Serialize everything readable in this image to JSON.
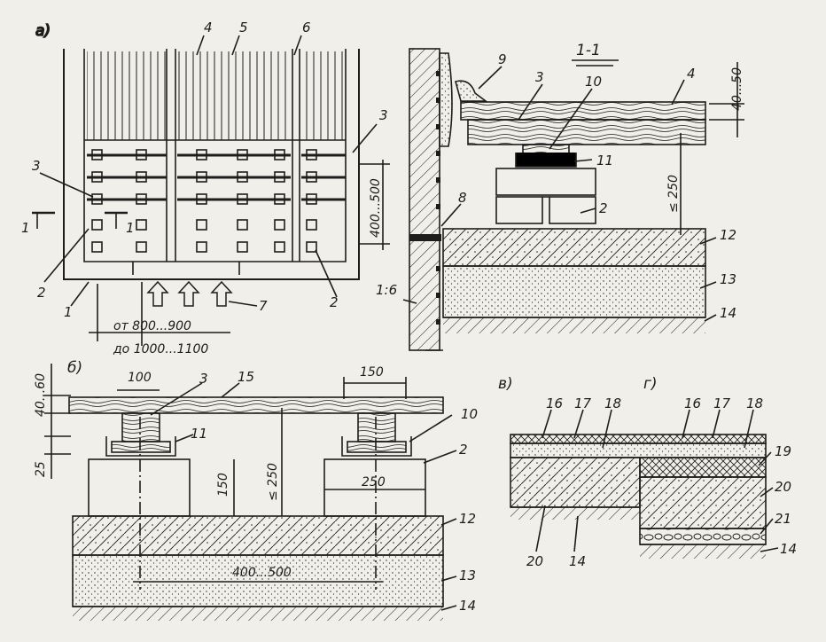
{
  "sections": {
    "a": "а)",
    "b": "б)",
    "v": "в)",
    "g": "г)",
    "section_title": "1-1"
  },
  "labels": {
    "n1": "1",
    "n2": "2",
    "n3": "3",
    "n4": "4",
    "n5": "5",
    "n6": "6",
    "n7": "7",
    "n8": "8",
    "n9": "9",
    "n10": "10",
    "n11": "11",
    "n12": "12",
    "n13": "13",
    "n14": "14",
    "n15": "15",
    "n16": "16",
    "n17": "17",
    "n18": "18",
    "n19": "19",
    "n20": "20",
    "n21": "21"
  },
  "dimensions": {
    "span_from": "от 800...900",
    "span_to": "до 1000...1100",
    "spacing_400_500": "400...500",
    "thickness_40_50": "40...50",
    "height_250": "≤ 250",
    "slope": "1:6",
    "width_100": "100",
    "width_150": "150",
    "thickness_40_60": "40...60",
    "dim_25": "25",
    "height_150": "150",
    "width_250": "250",
    "spacing_400_500_b": "400...500"
  },
  "colors": {
    "ink": "#1d1d1d",
    "paper": "#f1efe9"
  }
}
